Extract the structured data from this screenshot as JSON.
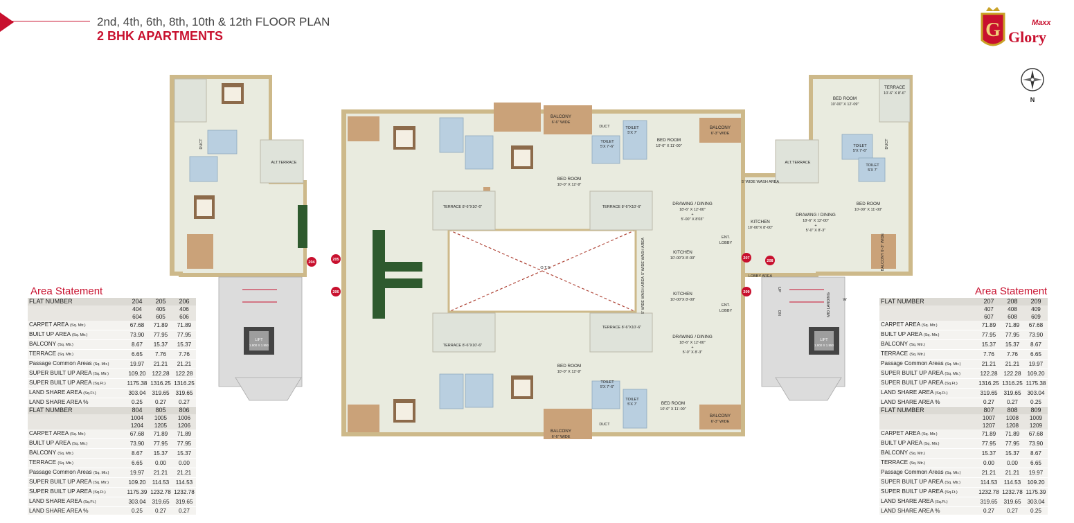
{
  "header": {
    "title": "2nd, 4th, 6th, 8th, 10th & 12th FLOOR PLAN",
    "subtitle": "2 BHK APARTMENTS"
  },
  "logo": {
    "line1": "Maxx",
    "line2": "Glory",
    "letter": "G",
    "accent": "#c8102e",
    "gold": "#c9a227"
  },
  "compass_label": "N",
  "colors": {
    "accent": "#c8102e",
    "wall": "#cdb98a",
    "floor": "#e9ebdf",
    "balcony": "#caa279",
    "ots_line": "#b0473a"
  },
  "plan_labels": {
    "bed_a": "BED ROOM",
    "bed_a_size": "10'-0\" X 12'-9\"",
    "bed_b": "BED ROOM",
    "bed_b_size": "10'-0\" X 11'-00\"",
    "bed_c": "BED ROOM",
    "bed_c_size": "10'-0\" X 12'-9\"",
    "bed_d": "BED ROOM",
    "bed_d_size": "10'-0\" X 11'-00\"",
    "bed_e": "BED ROOM",
    "bed_e_size": "10'-00\" X 12'-09\"",
    "bed_f": "BED ROOM",
    "bed_f_size": "10'-00\" X 11'-00\"",
    "balcony_top": "BALCONY",
    "balcony_top_size": "6'-6\" WIDE",
    "balcony_bottom": "BALCONY",
    "balcony_bottom_size": "6'-6\" WIDE",
    "balcony_tr": "BALCONY",
    "balcony_tr_size": "6'-3\" WIDE",
    "balcony_br": "BALCONY",
    "balcony_br_size": "6'-3\" WIDE",
    "balcony_right": "BALCONY 6'-3\" WIDE",
    "duct": "DUCT",
    "toilet": "TOILET",
    "toilet_57": "5'X 7'",
    "toilet_576": "5'X 7'-6\"",
    "terrace": "TERRACE 8'-6\"X10'-6\"",
    "terrace_right": "TERRACE",
    "terrace_right_size": "10'-6\" X 8'-6\"",
    "alt_terrace": "ALT.TERRACE",
    "drawing": "DRAWING / DINING",
    "drawing_size1": "18'-6\" X 12'-00\"",
    "drawing_plus": "+",
    "drawing_size2a": "5'-00\" X 8'03\"",
    "drawing_size2b": "5'-0\" X 8'-3\"",
    "kitchen": "KITCHEN",
    "kitchen_size": "10'-00\"X 8'-00\"",
    "wash": "5' WIDE WASH AREA",
    "ent_lobby_1": "ENT.",
    "ent_lobby_2": "LOBBY",
    "lobby_area": "LOBBY AREA",
    "ots": "O.T.S.",
    "lift": "LIFT",
    "lift_size": "1.900 X 1.950",
    "mid_landing": "MID LANDING",
    "up": "UP",
    "dn": "DN",
    "w": "W",
    "flat_numbers": [
      "204",
      "205",
      "206",
      "207",
      "208",
      "209"
    ]
  },
  "area_tables": {
    "heading": "Area Statement",
    "row_labels": [
      "CARPET AREA",
      "BUILT UP AREA",
      "BALCONY",
      "TERRACE",
      "Passage Common Areas",
      "SUPER BUILT UP AREA",
      "SUPER BUILT UP AREA",
      "LAND SHARE AREA",
      "LAND SHARE AREA %"
    ],
    "row_units": [
      "(Sq. Mtr.)",
      "(Sq. Mtr.)",
      "(Sq. Mtr.)",
      "(Sq. Mtr.)",
      "(Sq. Mtr.)",
      "(Sq. Mtr.)",
      "(Sq.Ft.)",
      "(Sq.Ft.)",
      ""
    ],
    "flat_header": "FLAT NUMBER",
    "tables": [
      {
        "cols": [
          "204",
          "205",
          "206"
        ],
        "sub1": [
          "404",
          "405",
          "406"
        ],
        "sub2": [
          "604",
          "605",
          "606"
        ],
        "rows": [
          [
            "67.68",
            "71.89",
            "71.89"
          ],
          [
            "73.90",
            "77.95",
            "77.95"
          ],
          [
            "8.67",
            "15.37",
            "15.37"
          ],
          [
            "6.65",
            "7.76",
            "7.76"
          ],
          [
            "19.97",
            "21.21",
            "21.21"
          ],
          [
            "109.20",
            "122.28",
            "122.28"
          ],
          [
            "1175.38",
            "1316.25",
            "1316.25"
          ],
          [
            "303.04",
            "319.65",
            "319.65"
          ],
          [
            "0.25",
            "0.27",
            "0.27"
          ]
        ]
      },
      {
        "cols": [
          "804",
          "805",
          "806"
        ],
        "sub1": [
          "1004",
          "1005",
          "1006"
        ],
        "sub2": [
          "1204",
          "1205",
          "1206"
        ],
        "rows": [
          [
            "67.68",
            "71.89",
            "71.89"
          ],
          [
            "73.90",
            "77.95",
            "77.95"
          ],
          [
            "8.67",
            "15.37",
            "15.37"
          ],
          [
            "6.65",
            "0.00",
            "0.00"
          ],
          [
            "19.97",
            "21.21",
            "21.21"
          ],
          [
            "109.20",
            "114.53",
            "114.53"
          ],
          [
            "1175.39",
            "1232.78",
            "1232.78"
          ],
          [
            "303.04",
            "319.65",
            "319.65"
          ],
          [
            "0.25",
            "0.27",
            "0.27"
          ]
        ]
      },
      {
        "cols": [
          "207",
          "208",
          "209"
        ],
        "sub1": [
          "407",
          "408",
          "409"
        ],
        "sub2": [
          "607",
          "608",
          "609"
        ],
        "rows": [
          [
            "71.89",
            "71.89",
            "67.68"
          ],
          [
            "77.95",
            "77.95",
            "73.90"
          ],
          [
            "15.37",
            "15.37",
            "8.67"
          ],
          [
            "7.76",
            "7.76",
            "6.65"
          ],
          [
            "21.21",
            "21.21",
            "19.97"
          ],
          [
            "122.28",
            "122.28",
            "109.20"
          ],
          [
            "1316.25",
            "1316.25",
            "1175.38"
          ],
          [
            "319.65",
            "319.65",
            "303.04"
          ],
          [
            "0.27",
            "0.27",
            "0.25"
          ]
        ]
      },
      {
        "cols": [
          "807",
          "808",
          "809"
        ],
        "sub1": [
          "1007",
          "1008",
          "1009"
        ],
        "sub2": [
          "1207",
          "1208",
          "1209"
        ],
        "rows": [
          [
            "71.89",
            "71.89",
            "67.68"
          ],
          [
            "77.95",
            "77.95",
            "73.90"
          ],
          [
            "15.37",
            "15.37",
            "8.67"
          ],
          [
            "0.00",
            "0.00",
            "6.65"
          ],
          [
            "21.21",
            "21.21",
            "19.97"
          ],
          [
            "114.53",
            "114.53",
            "109.20"
          ],
          [
            "1232.78",
            "1232.78",
            "1175.39"
          ],
          [
            "319.65",
            "319.65",
            "303.04"
          ],
          [
            "0.27",
            "0.27",
            "0.25"
          ]
        ]
      }
    ]
  }
}
